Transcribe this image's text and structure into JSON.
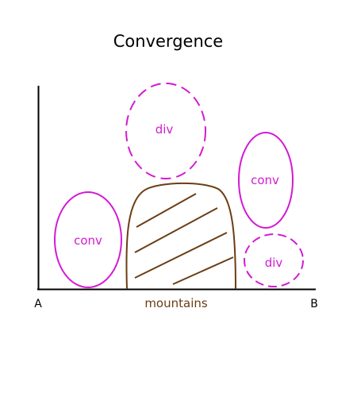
{
  "title": "Convergence",
  "axis": {
    "start_label": "A",
    "end_label": "B"
  },
  "mountains": {
    "label": "mountains",
    "color": "#6b3d14"
  },
  "regions": [
    {
      "id": "conv-left",
      "label": "conv",
      "style": "solid"
    },
    {
      "id": "div-top",
      "label": "div",
      "style": "dashed"
    },
    {
      "id": "conv-right",
      "label": "conv",
      "style": "solid"
    },
    {
      "id": "div-right",
      "label": "div",
      "style": "dashed"
    }
  ],
  "colors": {
    "region": "#d21bd2",
    "axis": "#000000"
  }
}
